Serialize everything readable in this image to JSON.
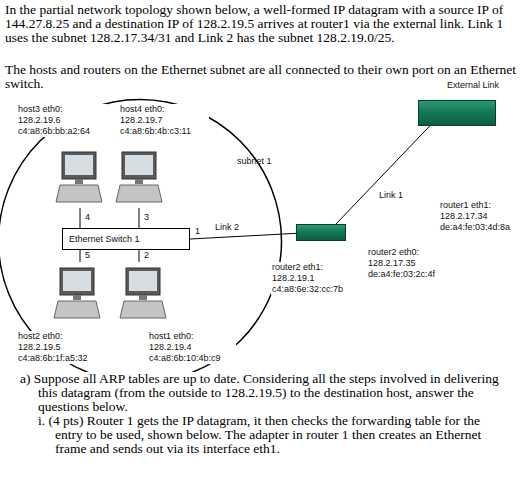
{
  "diagram": {
    "nodes": [
      {
        "text": [
          "subnet 1"
        ]
      },
      {
        "text": [
          "host3 eth0: 128.2.19.6 c4:a8:6b:bb:a2:64"
        ],
        "in": 0
      },
      {
        "text": [
          "host4 eth0: 128.2.19.7 c4:a8:6b:4b:c3:11"
        ],
        "in": 0
      },
      {
        "text": [
          "Ethernet Switch 1"
        ],
        "in": 0
      },
      {
        "text": [
          "host2 eth0: 128.2.19.5 c4:a8:6b:1f:a5:32"
        ],
        "in": 0
      },
      {
        "text": [
          "host1 eth0: 128.2.19.4 c4:a8:6b:10:4b:c9"
        ],
        "in": 0
      },
      {
        "text": [
          "router2 eth1: 128.2.19.1 c4:a8:6e:32:cc:7b",
          "router2 eth0: 128.2.17.35 de:a4:fe:03:2c:4f"
        ]
      },
      {
        "text": [
          "router1 eth1: 128.2.17.34 de:a4:fe:03:4d:8a"
        ]
      }
    ],
    "edges": [
      {
        "from": 1,
        "to": 3,
        "arrow": "none",
        "label": "4"
      },
      {
        "from": 2,
        "to": 3,
        "arrow": "none",
        "label": "3"
      },
      {
        "from": 4,
        "to": 3,
        "arrow": "none",
        "label": "5"
      },
      {
        "from": 5,
        "to": 3,
        "arrow": "none",
        "label": "2"
      },
      {
        "from": 3,
        "to": 6,
        "arrow": "none",
        "label": "Link 2"
      },
      {
        "from": 6,
        "to": 7,
        "arrow": "none",
        "label": "Link 1"
      }
    ],
    "labels": [
      "In the partial network topology shown below, a well-formed IP datagram with a source IP of 144.27.8.25 and a destination IP of 128.2.19.5 arrives at router1 via the external link. Link 1 uses the subnet 128.2.17.34/31 and Link 2 has the subnet 128.2.19.0/25.",
      "The hosts and routers on the Ethernet subnet are all connected to their own port on an Ethernet switch.",
      "External Link",
      "1",
      "a) Suppose all ARP tables are up to date. Considering all the steps involved in delivering this datagram (from the outside to 128.2.19.5) to the destination host, answer the questions below.",
      "i. (4 pts) Router 1 gets the IP datagram, it then checks the forwarding table for the entry to be used, shown below. The adapter in router 1 then creates an Ethernet frame and sends out via its interface eth1."
    ]
  }
}
